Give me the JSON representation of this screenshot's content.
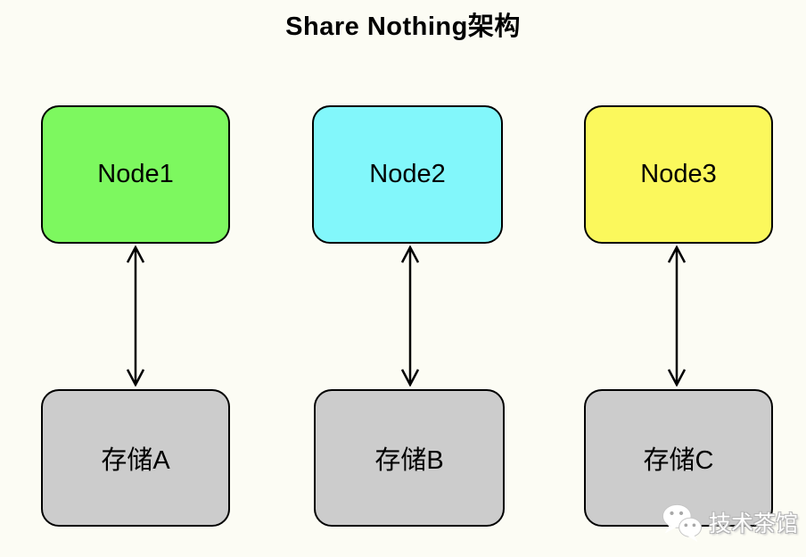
{
  "page": {
    "title": "Share Nothing架构",
    "background": "#FCFCF4"
  },
  "diagram": {
    "nodes": [
      {
        "label": "Node1",
        "color": "#7DF85F"
      },
      {
        "label": "Node2",
        "color": "#82F7FB"
      },
      {
        "label": "Node3",
        "color": "#FBF85C"
      }
    ],
    "storages": [
      {
        "label": "存储A",
        "color": "#CCCCCC"
      },
      {
        "label": "存储B",
        "color": "#CCCCCC"
      },
      {
        "label": "存储C",
        "color": "#CCCCCC"
      }
    ],
    "connections": [
      {
        "from": "Node1",
        "to": "存储A",
        "style": "double-headed-arrow"
      },
      {
        "from": "Node2",
        "to": "存储B",
        "style": "double-headed-arrow"
      },
      {
        "from": "Node3",
        "to": "存储C",
        "style": "double-headed-arrow"
      }
    ],
    "line_color": "#000000"
  },
  "watermark": {
    "icon": "wechat-icon",
    "label": "技术茶馆"
  }
}
